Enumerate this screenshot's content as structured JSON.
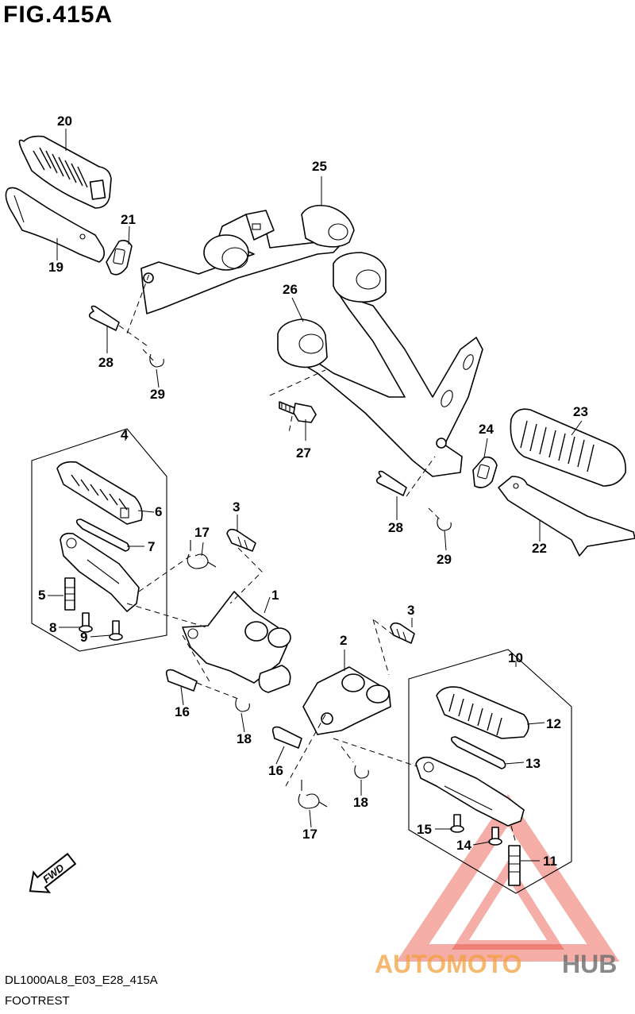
{
  "figure": {
    "title": "FIG.415A",
    "code": "DL1000AL8_E03_E28_415A",
    "section": "FOOTREST"
  },
  "fwd_label": "FWD",
  "watermark": {
    "part1": "AUTOMOTO",
    "part2": "HUB"
  },
  "callouts": [
    "1",
    "2",
    "3",
    "3",
    "4",
    "5",
    "6",
    "7",
    "8",
    "9",
    "10",
    "11",
    "12",
    "13",
    "14",
    "15",
    "16",
    "16",
    "17",
    "17",
    "18",
    "18",
    "19",
    "20",
    "21",
    "22",
    "23",
    "24",
    "25",
    "26",
    "27",
    "28",
    "28",
    "29",
    "29"
  ],
  "colors": {
    "line": "#000000",
    "watermark_red": "#e8493f",
    "watermark_orange": "#f2a03d",
    "watermark_gray": "#6b6b6b"
  }
}
